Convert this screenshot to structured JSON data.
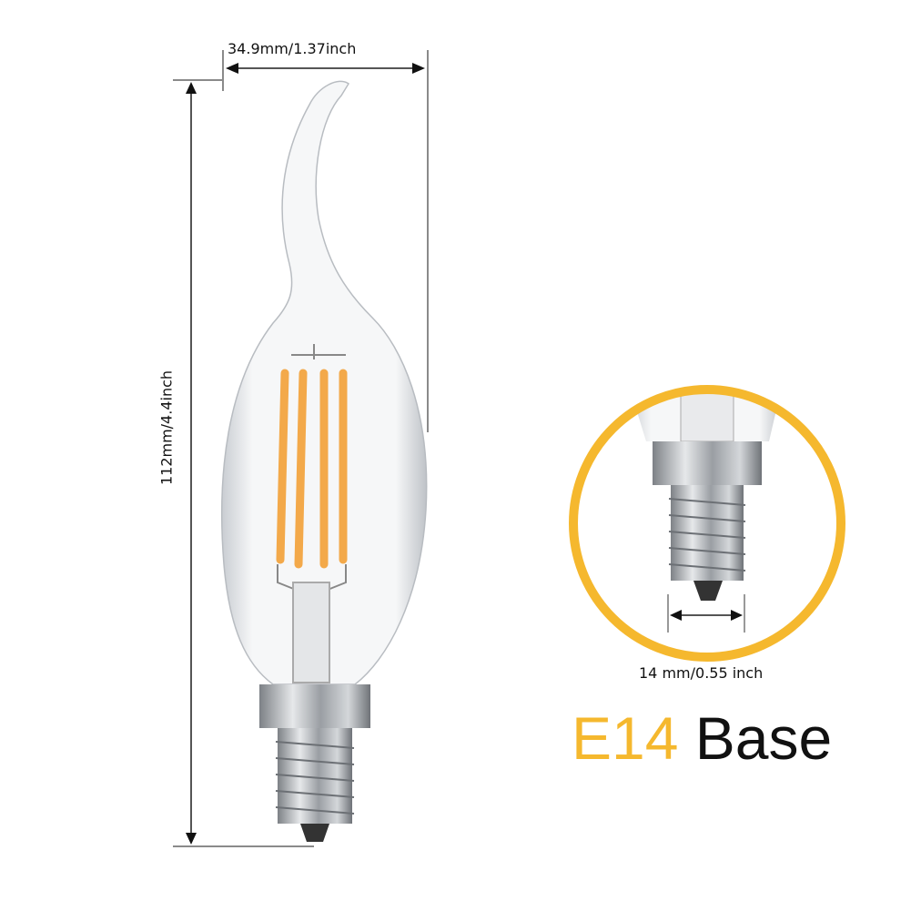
{
  "dimensions": {
    "width_label": "34.9mm/1.37inch",
    "height_label": "112mm/4.4inch",
    "base_diameter_label": "14 mm/0.55 inch"
  },
  "title": {
    "code": "E14",
    "word": "Base"
  },
  "colors": {
    "accent": "#F5B82E",
    "filament": "#F3A94A",
    "metal": "#B8BCC2",
    "dimension_line": "#8A8A8A"
  }
}
